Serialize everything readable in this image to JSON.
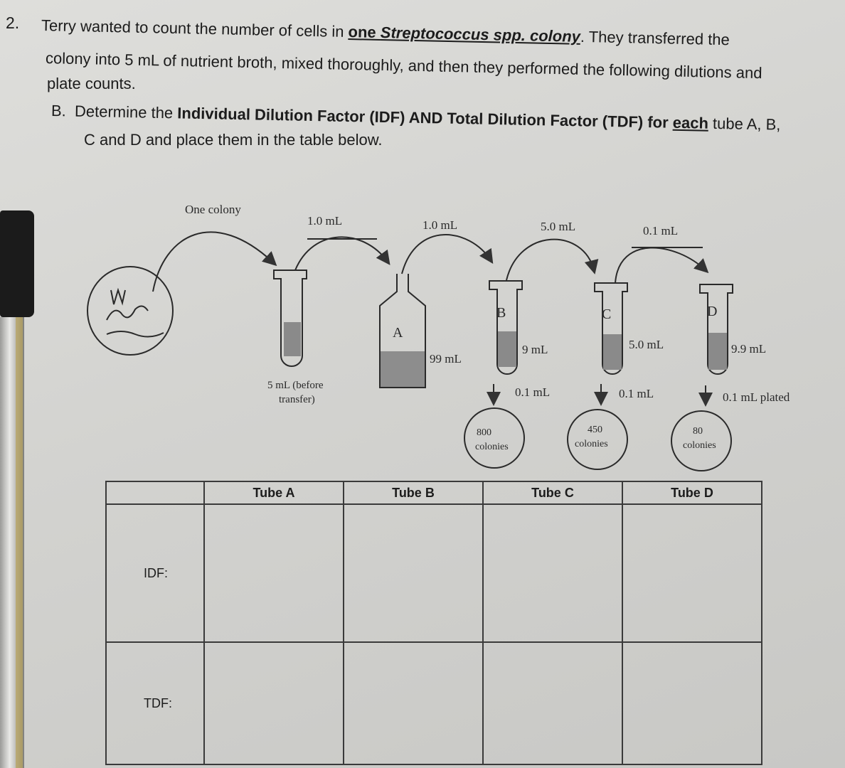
{
  "question": {
    "number": "2.",
    "line1_pre": "Terry wanted to count the number of cells in ",
    "line1_link": "one ",
    "line1_species": "Streptococcus spp. colony",
    "line1_post": ". They transferred the",
    "line2": "colony into 5 mL of nutrient broth, mixed thoroughly, and then they performed the following dilutions and",
    "line3": "plate counts.",
    "partB_label": "B.",
    "partB_pre": "Determine the ",
    "partB_bold": "Individual Dilution Factor (IDF) AND Total Dilution Factor (TDF) for ",
    "partB_each": "each",
    "partB_post": " tube A, B,",
    "partB_line2": "C and D and place them in the table below."
  },
  "diagram": {
    "colony_label": "One colony",
    "transfer1": "1.0 mL",
    "transfer2": "1.0 mL",
    "transfer3": "5.0 mL",
    "transfer4": "0.1 mL",
    "tube0_note_1": "5 mL (before",
    "tube0_note_2": "transfer)",
    "tubeA": "A",
    "tubeA_vol": "99 mL",
    "tubeB": "B",
    "tubeB_vol": "9 mL",
    "tubeC": "C",
    "tubeC_vol": "5.0 mL",
    "tubeD": "D",
    "tubeD_vol": "9.9 mL",
    "platedB": "0.1 mL",
    "platedC": "0.1 mL",
    "platedD": "0.1 mL plated",
    "plateB_count": "800",
    "plateB_unit": "colonies",
    "plateC_count": "450",
    "plateC_unit": "colonies",
    "plateD_count": "80",
    "plateD_unit": "colonies"
  },
  "table": {
    "headers": [
      "Tube A",
      "Tube B",
      "Tube C",
      "Tube D"
    ],
    "row_labels": [
      "IDF:",
      "TDF:"
    ]
  }
}
